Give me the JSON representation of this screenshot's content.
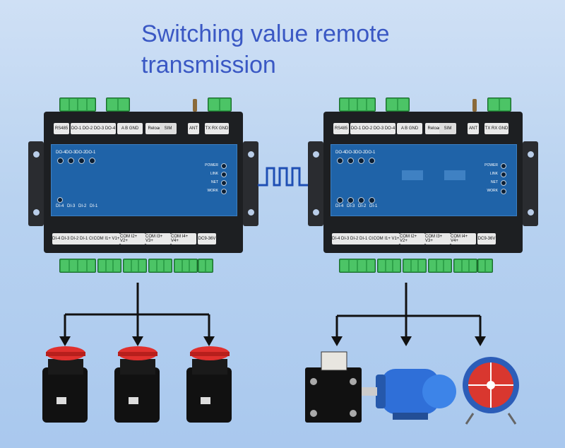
{
  "title_line1": "Switching value remote",
  "title_line2": "transmission",
  "device": {
    "top_labels": [
      "RS485",
      "DO-1 DO-2 DO-3 DO-4",
      "A B GND",
      "Reload",
      "SIM",
      "ANT",
      "TX RX GND"
    ],
    "do_labels": [
      "DO-4",
      "DO-3",
      "DO-2",
      "DO-1"
    ],
    "di_labels": [
      "DI-4",
      "DI-3",
      "DI-2",
      "DI-1"
    ],
    "status_labels": [
      "POWER",
      "LINK",
      "NET",
      "WORK"
    ],
    "bottom_labels": [
      "DI-4 DI-3 DI-2 DI-1 COM",
      "COM I1+ V1+",
      "COM I2+ V2+",
      "COM I3+ V3+",
      "COM I4+ V4+",
      "DC9-36V"
    ]
  },
  "inputs": [
    "push-button",
    "push-button",
    "push-button"
  ],
  "outputs": [
    "relay",
    "motor",
    "fan"
  ],
  "colors": {
    "title": "#3a58c4",
    "panel": "#1f63a8",
    "terminal": "#2fa24a",
    "button_red": "#e0302d"
  }
}
